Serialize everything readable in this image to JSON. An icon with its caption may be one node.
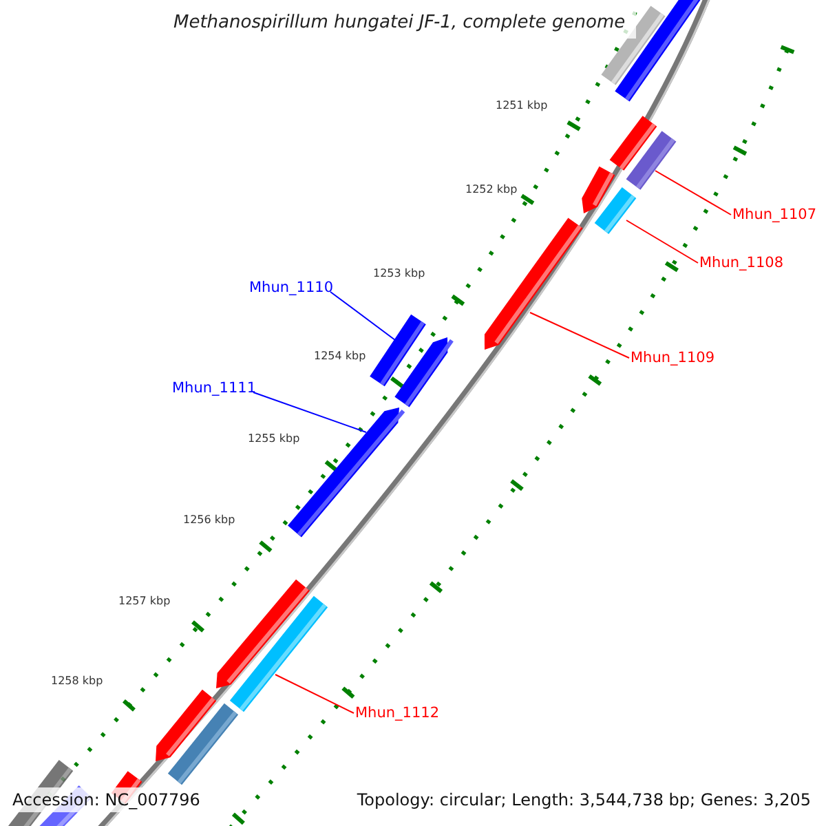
{
  "diagram": {
    "title": "Methanospirillum hungatei JF-1, complete genome",
    "nodes": [
      {
        "text": [
          "Mhun_1107"
        ]
      },
      {
        "text": [],
        "shape": "arrow"
      },
      {
        "text": [
          "Mhun_1108"
        ]
      },
      {
        "text": [],
        "shape": "arrow"
      },
      {
        "text": [
          "Mhun_1109"
        ]
      },
      {
        "text": [],
        "shape": "arrow"
      },
      {
        "text": [
          "Mhun_1110"
        ]
      },
      {
        "text": [],
        "shape": "arrow"
      },
      {
        "text": [
          "Mhun_1111"
        ]
      },
      {
        "text": [],
        "shape": "arrow"
      },
      {
        "text": [
          "Mhun_1112"
        ]
      },
      {
        "text": [],
        "shape": "arrow"
      }
    ],
    "edges": [
      {
        "from": 0,
        "to": 1,
        "arrow": "none"
      },
      {
        "from": 2,
        "to": 3,
        "arrow": "none"
      },
      {
        "from": 4,
        "to": 5,
        "arrow": "none"
      },
      {
        "from": 6,
        "to": 7,
        "arrow": "none",
        "color": "#0000ff"
      },
      {
        "from": 8,
        "to": 9,
        "arrow": "none",
        "color": "#0000ff"
      },
      {
        "from": 10,
        "to": 11,
        "arrow": "none"
      }
    ],
    "labels": [
      "1251 kbp",
      "1252 kbp",
      "1253 kbp",
      "1254 kbp",
      "1255 kbp",
      "1256 kbp",
      "1257 kbp",
      "1258 kbp",
      "Accession: NC_007796",
      "Topology: circular; Length: 3,544,738 bp; Genes: 3,205"
    ]
  }
}
